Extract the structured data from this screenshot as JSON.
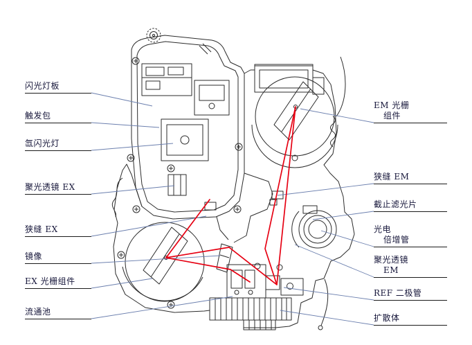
{
  "diagram": {
    "kind": "spectrofluorometer-optical-system-diagram",
    "colors": {
      "beam": "#e60012",
      "outline": "#2b2b2b",
      "leader": "#6b7fae",
      "label_text": "#16163a"
    }
  },
  "labels": {
    "left": [
      {
        "text": "闪光灯板"
      },
      {
        "text": "触发包"
      },
      {
        "text": "氙闪光灯"
      },
      {
        "text": "聚光透镜 EX"
      },
      {
        "text": "狭缝 EX"
      },
      {
        "text": "镜像"
      },
      {
        "text": "EX 光栅组件"
      },
      {
        "text": "流通池"
      }
    ],
    "right": [
      {
        "text": "EM 光栅",
        "text2": "组件"
      },
      {
        "text": "狭缝 EM"
      },
      {
        "text": "截止滤光片"
      },
      {
        "text": "光电",
        "text2": "倍增管"
      },
      {
        "text": "聚光透镜",
        "text2": "EM"
      },
      {
        "text": "REF 二极管"
      },
      {
        "text": "扩散体"
      }
    ]
  }
}
